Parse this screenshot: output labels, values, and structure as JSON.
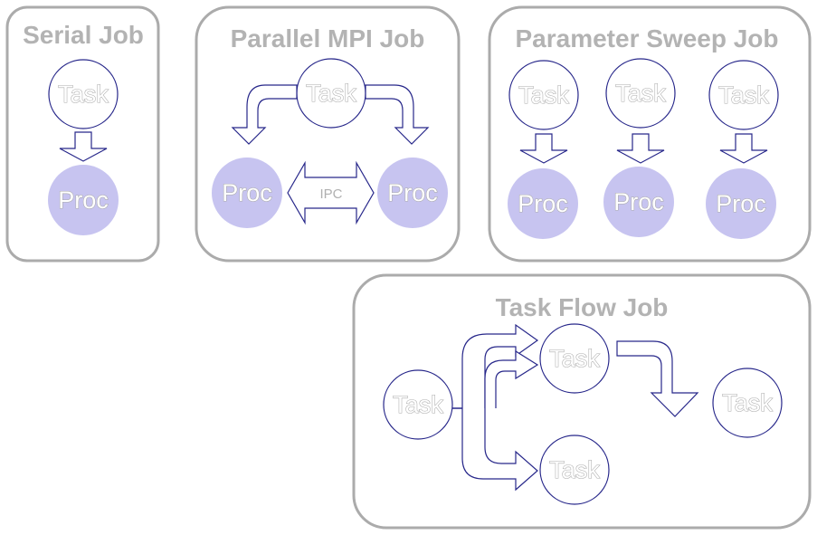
{
  "panels": {
    "serial": {
      "title": "Serial Job",
      "task": "Task",
      "proc": "Proc"
    },
    "mpi": {
      "title": "Parallel MPI Job",
      "task": "Task",
      "proc_left": "Proc",
      "proc_right": "Proc",
      "ipc": "IPC"
    },
    "sweep": {
      "title": "Parameter Sweep Job",
      "tasks": [
        "Task",
        "Task",
        "Task"
      ],
      "procs": [
        "Proc",
        "Proc",
        "Proc"
      ]
    },
    "flow": {
      "title": "Task Flow Job",
      "source": "Task",
      "upper": "Task",
      "lower": "Task",
      "final": "Task"
    }
  },
  "colors": {
    "panel_border": "#ababab",
    "title_text": "#b3b3b3",
    "outline": "#27278a",
    "proc_fill": "#c7c4f0"
  }
}
